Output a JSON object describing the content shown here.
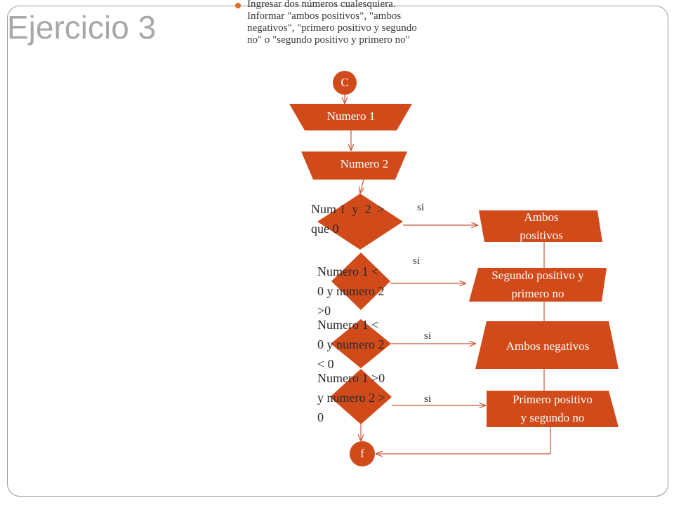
{
  "slide": {
    "title": "Ejercicio 3",
    "instructions": [
      "Ingresar dos números cualesquiera.",
      "Informar \"ambos positivos\", \"ambos",
      "negativos\", \"primero positivo y segundo",
      "no\" o \"segundo positivo y primero no\""
    ]
  },
  "flowchart": {
    "start_label": "C",
    "end_label": "f",
    "inputs": [
      "Numero 1",
      "Numero 2"
    ],
    "conditions": [
      "Num 1  y  2  >\nque 0",
      "Numero 1 <\n0 y numero 2\n>0",
      "Numero 1 <\n0 y numero 2\n< 0",
      "Numero 1 >0\ny numero 2 >\n0"
    ],
    "yes_label": "si",
    "outputs": [
      "Ambos\npositivos",
      "Segundo positivo y\nprimero no",
      "Ambos negativos",
      "Primero positivo\ny segundo no"
    ]
  },
  "colors": {
    "shape_fill": "#d04a1a",
    "arrow": "#c9563a",
    "title": "#a8a8a8"
  }
}
